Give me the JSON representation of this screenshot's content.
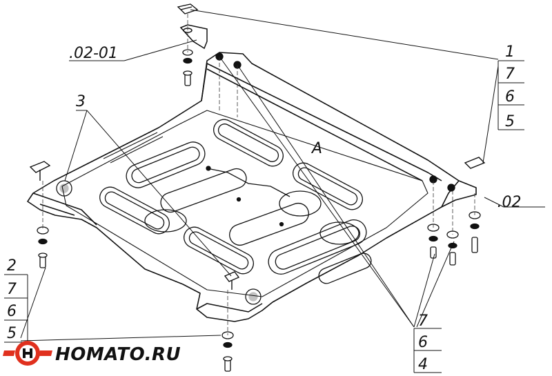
{
  "callouts": {
    "left_top": ".02-01",
    "right_mid": ".02",
    "panel_label": "A",
    "item_3": "3"
  },
  "right_stack": [
    "1",
    "7",
    "6",
    "5"
  ],
  "left_stack": [
    "2",
    "7",
    "6",
    "5"
  ],
  "bottom_stack": [
    "7",
    "6",
    "4"
  ],
  "logo": {
    "text": "HOMATO.RU",
    "accent_color": "#e0301e"
  }
}
